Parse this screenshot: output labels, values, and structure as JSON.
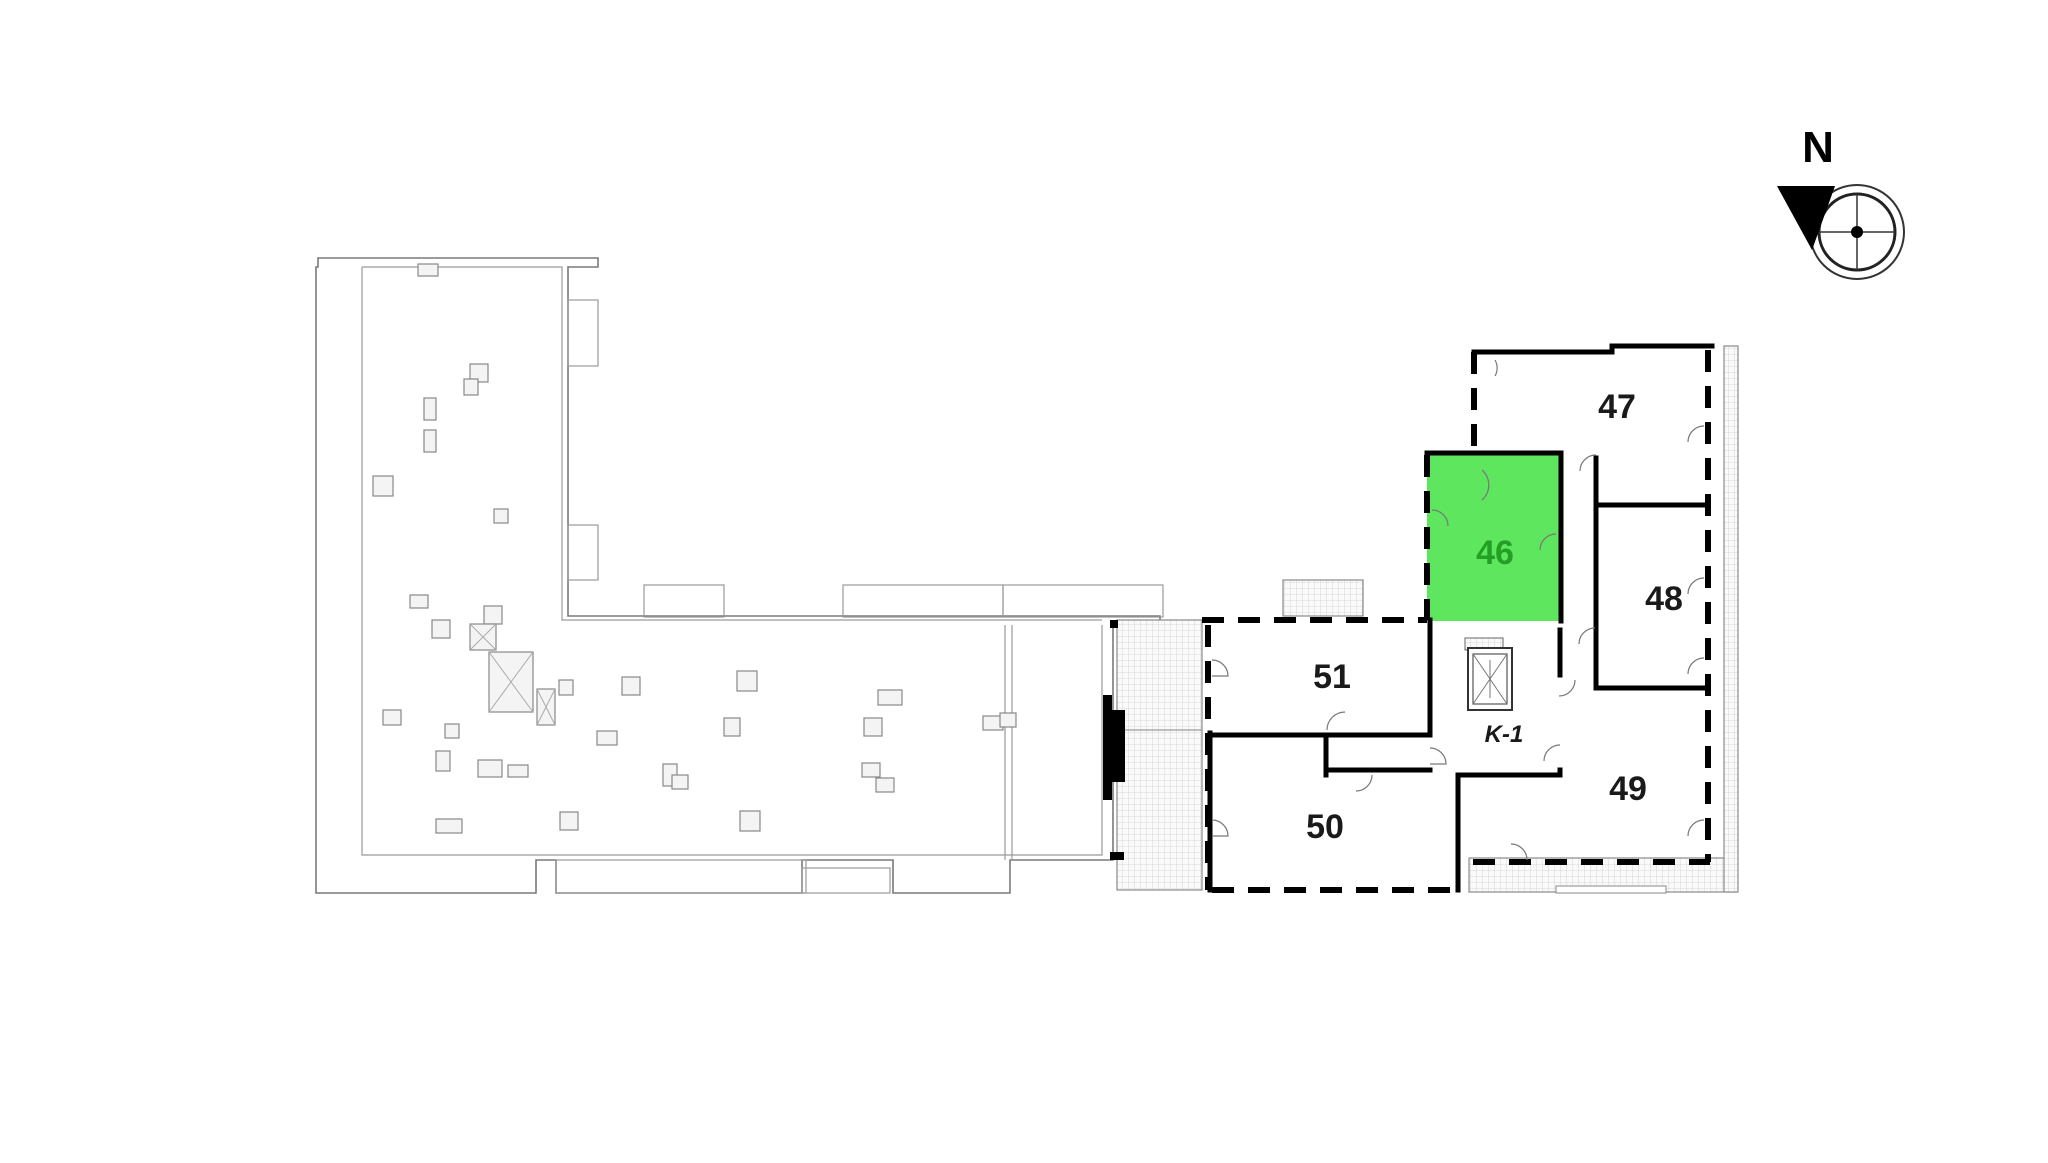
{
  "compass": {
    "label": "N",
    "icon": "north-compass-icon"
  },
  "rooms": [
    {
      "id": "46",
      "label": "46",
      "selected": true
    },
    {
      "id": "47",
      "label": "47",
      "selected": false
    },
    {
      "id": "48",
      "label": "48",
      "selected": false
    },
    {
      "id": "49",
      "label": "49",
      "selected": false
    },
    {
      "id": "50",
      "label": "50",
      "selected": false
    },
    {
      "id": "51",
      "label": "51",
      "selected": false
    }
  ],
  "stair": {
    "label": "K-1"
  },
  "colors": {
    "selected_fill": "#5fe65f",
    "selected_text": "#23a023",
    "wall": "#000000",
    "outline": "#7a7a7a"
  }
}
